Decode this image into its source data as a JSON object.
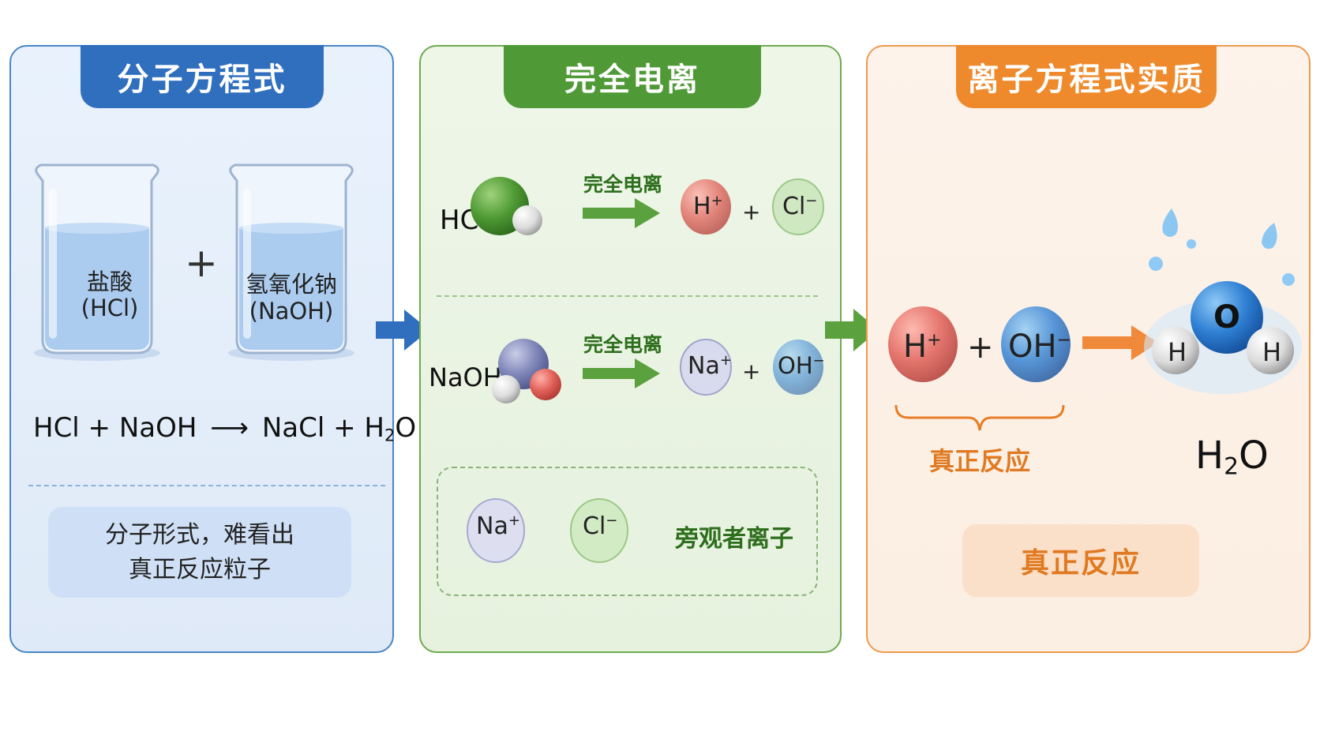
{
  "colors": {
    "blue": "#2f6fbe",
    "green": "#4f9a36",
    "orange": "#ef8a2c"
  },
  "panel1": {
    "title": "分子方程式",
    "beaker_left_name": "盐酸",
    "beaker_left_formula": "(HCl)",
    "plus": "+",
    "beaker_right_name": "氢氧化钠",
    "beaker_right_formula": "(NaOH)",
    "equation_lhs": "HCl + NaOH",
    "equation_arrow": "⟶",
    "equation_rhs_a": "NaCl + H",
    "equation_sub": "2",
    "equation_rhs_b": "O",
    "note_line1": "分子形式，难看出",
    "note_line2": "真正反应粒子"
  },
  "panel2": {
    "title": "完全电离",
    "row1_label": "HCl",
    "row1_arrow": "完全电离",
    "row1_ion1": "H",
    "row1_ion1_charge": "+",
    "row1_plus": "+",
    "row1_ion2": "Cl",
    "row1_ion2_charge": "−",
    "row2_label": "NaOH",
    "row2_arrow": "完全电离",
    "row2_ion1": "Na",
    "row2_ion1_charge": "+",
    "row2_plus": "+",
    "row2_ion2": "OH",
    "row2_ion2_charge": "−",
    "spectator_ion1": "Na",
    "spectator_ion1_charge": "+",
    "spectator_ion2": "Cl",
    "spectator_ion2_charge": "−",
    "spectator_label": "旁观者离子"
  },
  "panel3": {
    "title": "离子方程式实质",
    "ion1": "H",
    "ion1_charge": "+",
    "plus": "+",
    "ion2": "OH",
    "ion2_charge": "−",
    "brace_label": "真正反应",
    "water_o": "O",
    "water_h1": "H",
    "water_h2": "H",
    "water_formula_a": "H",
    "water_formula_sub": "2",
    "water_formula_b": "O",
    "note": "真正反应"
  }
}
